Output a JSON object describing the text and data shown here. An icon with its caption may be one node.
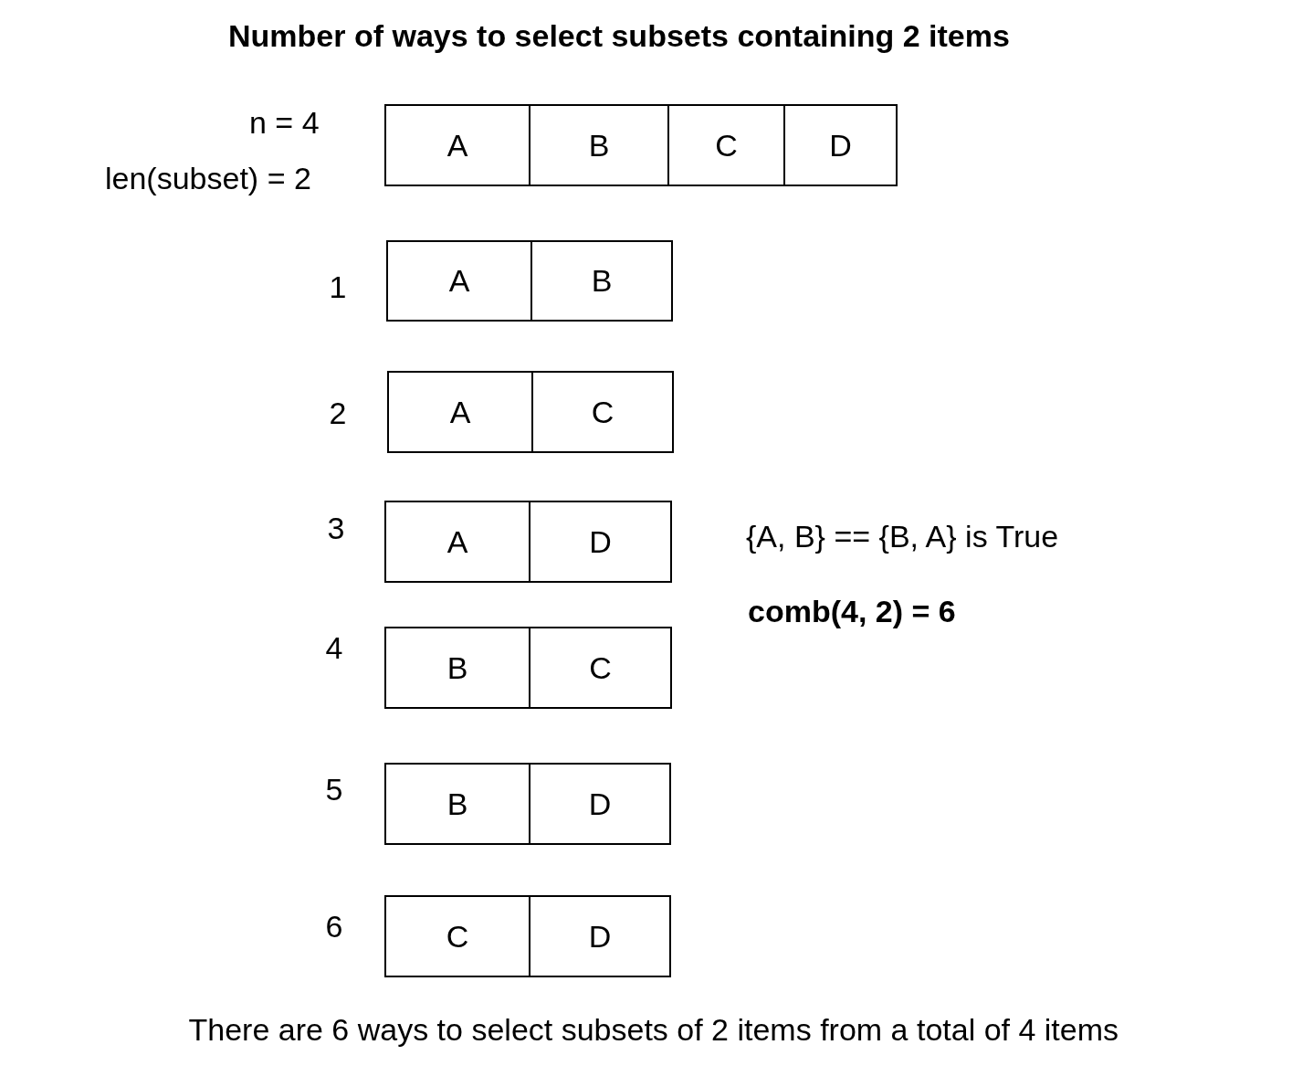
{
  "diagram": {
    "title": "Number of ways to select subsets containing 2 items",
    "caption": "There are 6 ways to select subsets of 2 items from a total of 4 items",
    "nodes": [
      {
        "text": [
          "A"
        ]
      },
      {
        "text": [
          "B"
        ]
      },
      {
        "text": [
          "C"
        ]
      },
      {
        "text": [
          "D"
        ]
      },
      {
        "text": [
          "A"
        ]
      },
      {
        "text": [
          "B"
        ]
      },
      {
        "text": [
          "A"
        ]
      },
      {
        "text": [
          "C"
        ]
      },
      {
        "text": [
          "A"
        ]
      },
      {
        "text": [
          "D"
        ]
      },
      {
        "text": [
          "B"
        ]
      },
      {
        "text": [
          "C"
        ]
      },
      {
        "text": [
          "B"
        ]
      },
      {
        "text": [
          "D"
        ]
      },
      {
        "text": [
          "C"
        ]
      },
      {
        "text": [
          "D"
        ]
      }
    ],
    "labels": [
      "n = 4",
      "len(subset) = 2",
      "1",
      "2",
      "3",
      "{A, B} == {B, A} is True",
      "comb(4, 2) = 6",
      "4",
      "5",
      "6"
    ]
  }
}
